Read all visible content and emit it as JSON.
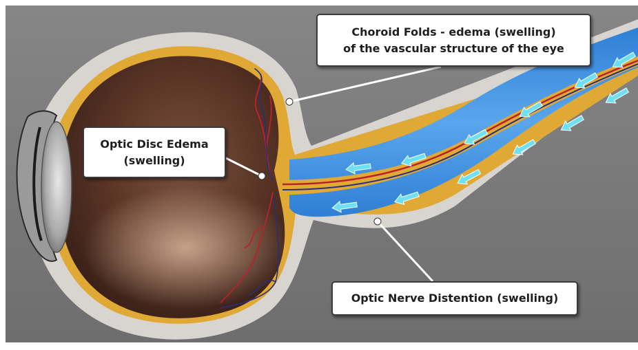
{
  "labels": {
    "choroid_folds": {
      "line1": "Choroid Folds - edema (swelling)",
      "line2": "of the vascular structure of the eye"
    },
    "optic_disc_edema": {
      "line1": "Optic Disc Edema",
      "line2": "(swelling)"
    },
    "optic_nerve_distention": {
      "line1": "Optic Nerve Distention (swelling)"
    }
  },
  "colors": {
    "background": "#7f7f7f",
    "sclera_halo": "#d8d4cf",
    "choroid": "#e0a834",
    "eyeball_interior": "#5a3526",
    "csf_sheath": "#3f8fe0",
    "flow_arrow": "#6ee0f2",
    "nerve_vessel_red": "#b8232a",
    "nerve_vessel_blue": "#27307a"
  },
  "icons": {
    "flow_arrow": "left-arrow"
  }
}
